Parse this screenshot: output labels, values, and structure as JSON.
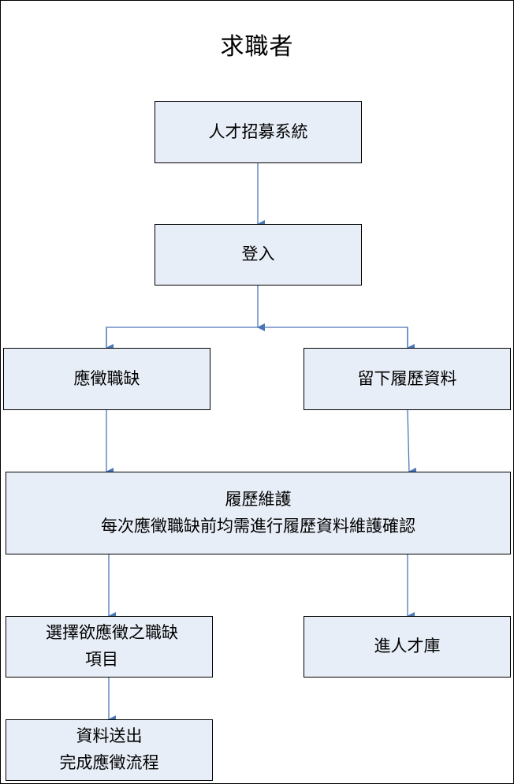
{
  "title": "求職者",
  "nodes": {
    "recruit_system": "人才招募系統",
    "login": "登入",
    "apply_job": "應徵職缺",
    "leave_resume": "留下履歷資料",
    "resume_maintenance": {
      "line1": "履歷維護",
      "line2": "每次應徵職缺前均需進行履歷資料維護確認"
    },
    "select_job": {
      "line1": "選擇欲應徵之職缺",
      "line2": "項目"
    },
    "talent_pool": "進人才庫",
    "submit": {
      "line1": "資料送出",
      "line2": "完成應徵流程"
    }
  },
  "colors": {
    "node_fill": "#e8eef7",
    "arrow": "#4a76b8"
  }
}
